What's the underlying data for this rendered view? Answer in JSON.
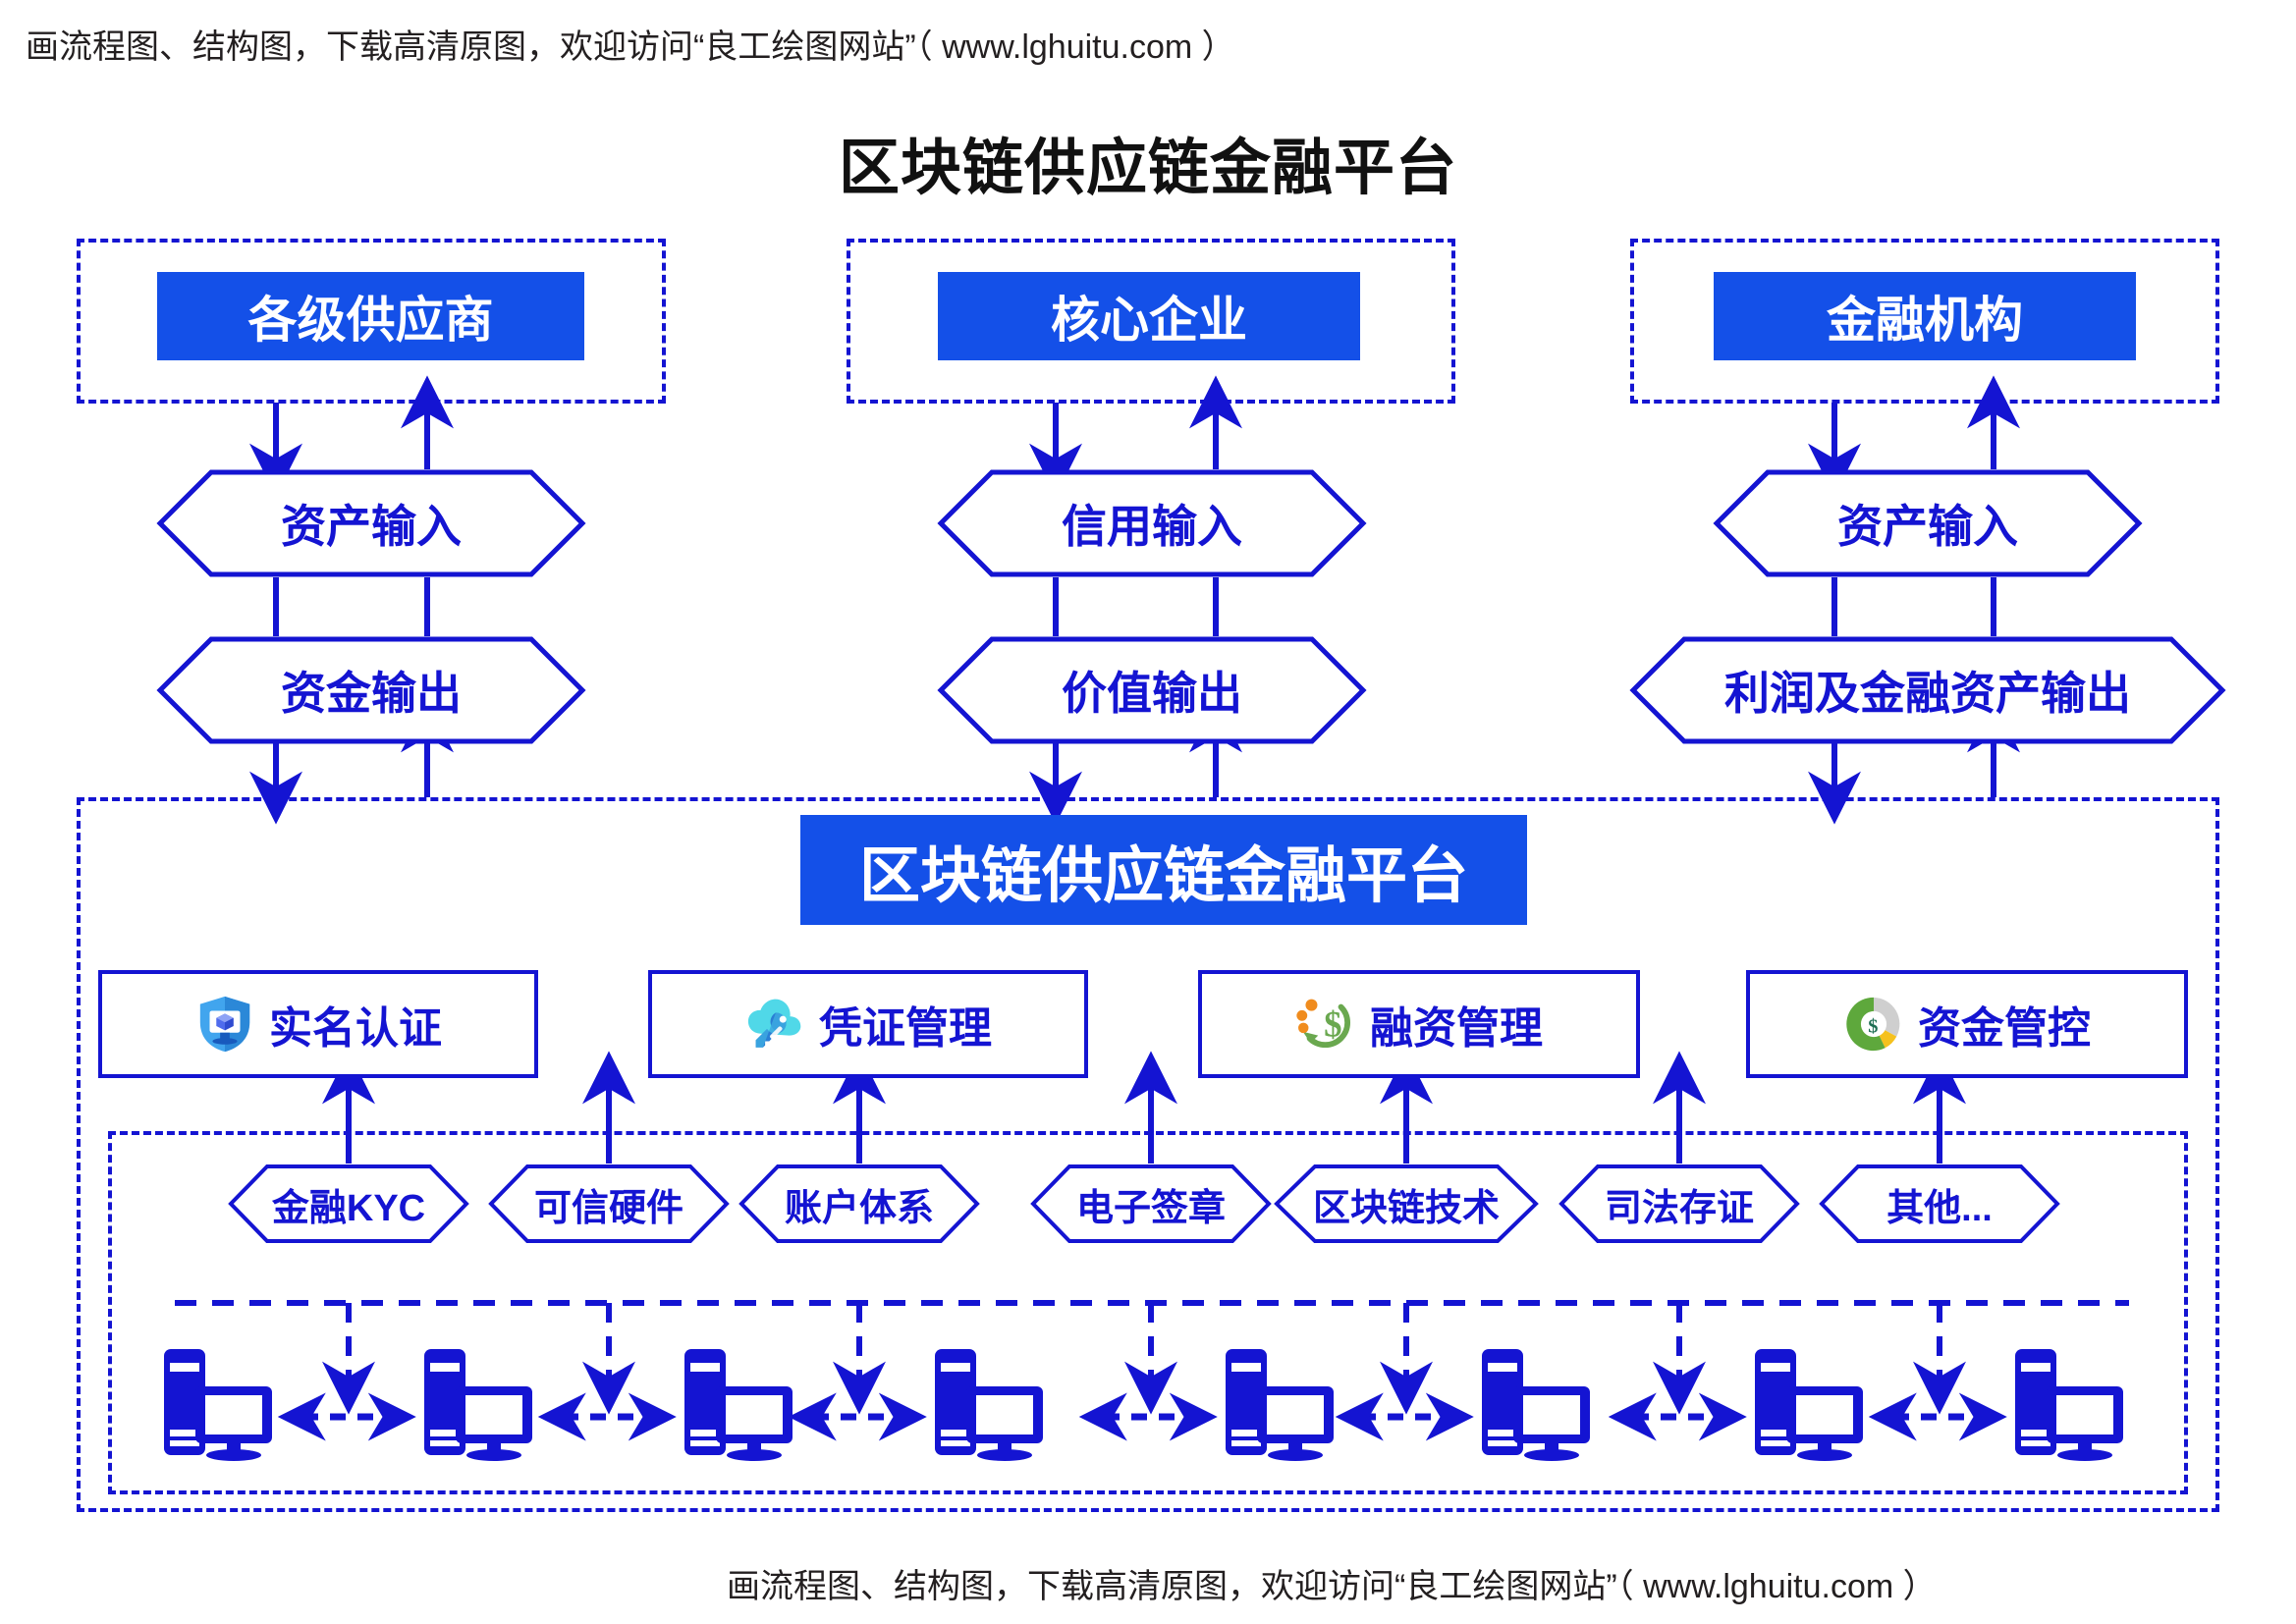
{
  "watermark": {
    "top": "画流程图、结构图，下载高清原图，欢迎访问“良工绘图网站”（ www.lghuitu.com ）",
    "bottom": "画流程图、结构图，下载高清原图，欢迎访问“良工绘图网站”（ www.lghuitu.com ）",
    "site_name": "良工绘图网站",
    "site_url": "www.lghuitu.com"
  },
  "page_title": "区块链供应链金融平台",
  "colors": {
    "accent_fill": "#1450e8",
    "accent_line": "#1414d2",
    "text_dark": "#111111",
    "white": "#ffffff"
  },
  "actors": [
    {
      "label": "各级供应商",
      "in_label": "资产输入",
      "out_label": "资金输出"
    },
    {
      "label": "核心企业",
      "in_label": "信用输入",
      "out_label": "价值输出"
    },
    {
      "label": "金融机构",
      "in_label": "资产输入",
      "out_label": "利润及金融资产输出"
    }
  ],
  "platform": {
    "title": "区块链供应链金融平台",
    "features": [
      {
        "label": "实名认证",
        "icon": "shield-monitor-icon"
      },
      {
        "label": "凭证管理",
        "icon": "cloud-key-icon"
      },
      {
        "label": "融资管理",
        "icon": "dollar-recycle-icon"
      },
      {
        "label": "资金管控",
        "icon": "donut-dollar-icon"
      }
    ],
    "capabilities": [
      "金融KYC",
      "可信硬件",
      "账户体系",
      "电子签章",
      "区块链技术",
      "司法存证",
      "其他..."
    ],
    "node_count": 8,
    "node_icon": "desktop-computer-icon"
  }
}
